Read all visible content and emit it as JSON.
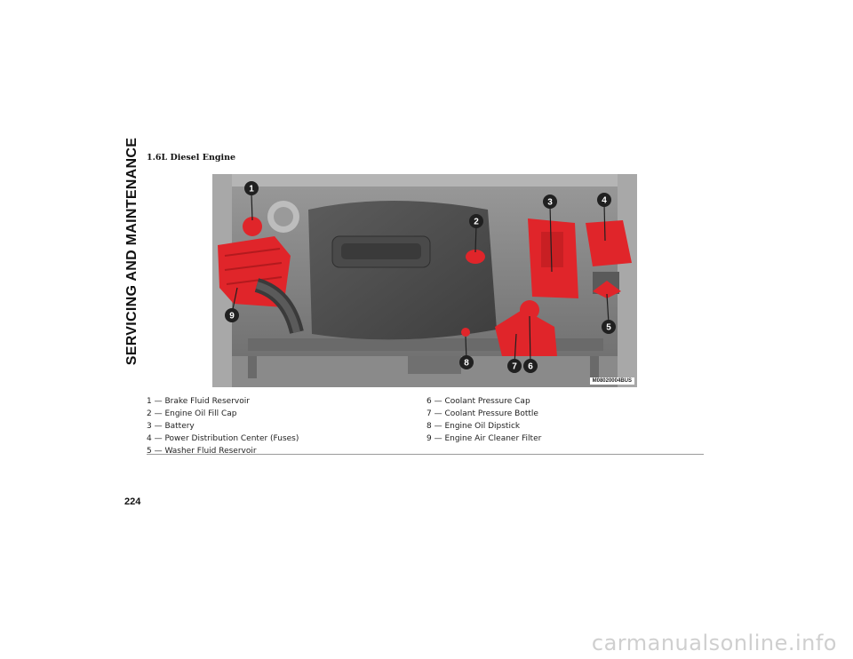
{
  "section": {
    "title": "SERVICING AND MAINTENANCE"
  },
  "heading": "1.6L Diesel Engine",
  "figure": {
    "code": "M08020004BUS",
    "callouts": [
      "1",
      "2",
      "3",
      "4",
      "5",
      "6",
      "7",
      "8",
      "9"
    ]
  },
  "legend": {
    "left": [
      "1 — Brake Fluid Reservoir",
      "2 — Engine Oil Fill Cap",
      "3 — Battery",
      "4 — Power Distribution Center (Fuses)",
      "5 — Washer Fluid Reservoir"
    ],
    "right": [
      "6 — Coolant Pressure Cap",
      "7 — Coolant Pressure Bottle",
      "8 — Engine Oil Dipstick",
      "9 — Engine Air Cleaner Filter"
    ]
  },
  "page_number": "224",
  "watermark": "carmanualsonline.info",
  "colors": {
    "highlight": "#e0252a",
    "engine_bay": "#7c7c7c"
  }
}
